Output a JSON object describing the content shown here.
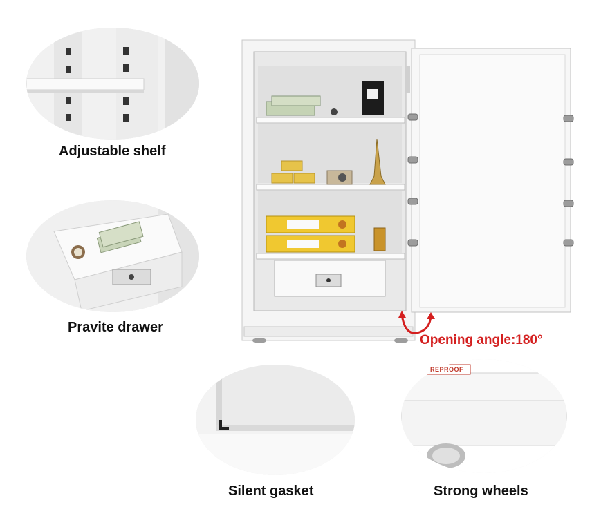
{
  "captions": {
    "adjustable_shelf": "Adjustable shelf",
    "private_drawer": "Pravite drawer",
    "silent_gasket": "Silent gasket",
    "strong_wheels": "Strong wheels"
  },
  "opening_angle": "Opening angle:180°",
  "fireproof_stamp": "REPROOF",
  "colors": {
    "accent": "#d41f1f",
    "safe_body": "#f4f4f4",
    "gold": "#e6c34a",
    "binder_yellow": "#f0c830"
  },
  "icons": [
    "door-hinge-icon",
    "keyhole-icon",
    "arrow-curve-icon"
  ]
}
